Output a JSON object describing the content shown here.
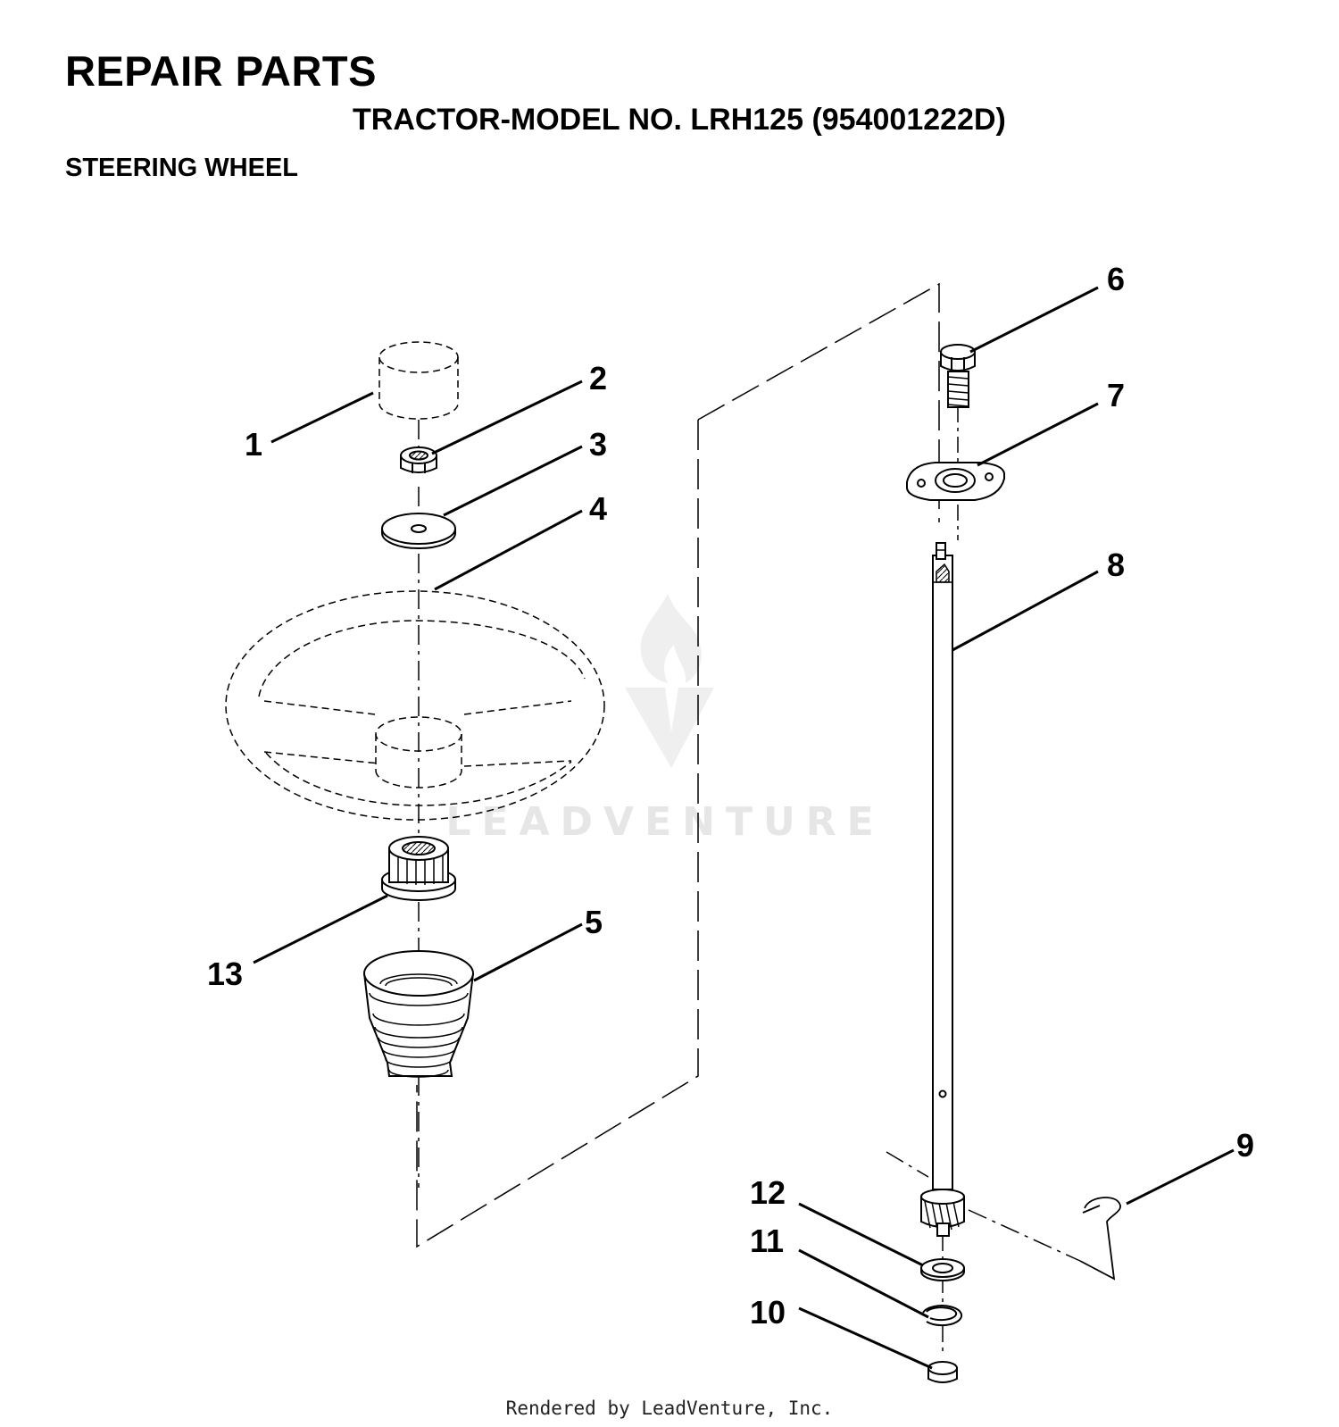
{
  "header": {
    "title": "REPAIR PARTS",
    "subtitle": "TRACTOR-MODEL NO. LRH125 (954001222D)",
    "section": "STEERING WHEEL"
  },
  "footer": {
    "credit": "Rendered by LeadVenture, Inc."
  },
  "watermark": {
    "text": "LEADVENTURE",
    "color": "#e6e6e6"
  },
  "callouts": {
    "c1": "1",
    "c2": "2",
    "c3": "3",
    "c4": "4",
    "c5": "5",
    "c6": "6",
    "c7": "7",
    "c8": "8",
    "c9": "9",
    "c10": "10",
    "c11": "11",
    "c12": "12",
    "c13": "13"
  },
  "colors": {
    "ink": "#000000",
    "background": "#ffffff"
  }
}
